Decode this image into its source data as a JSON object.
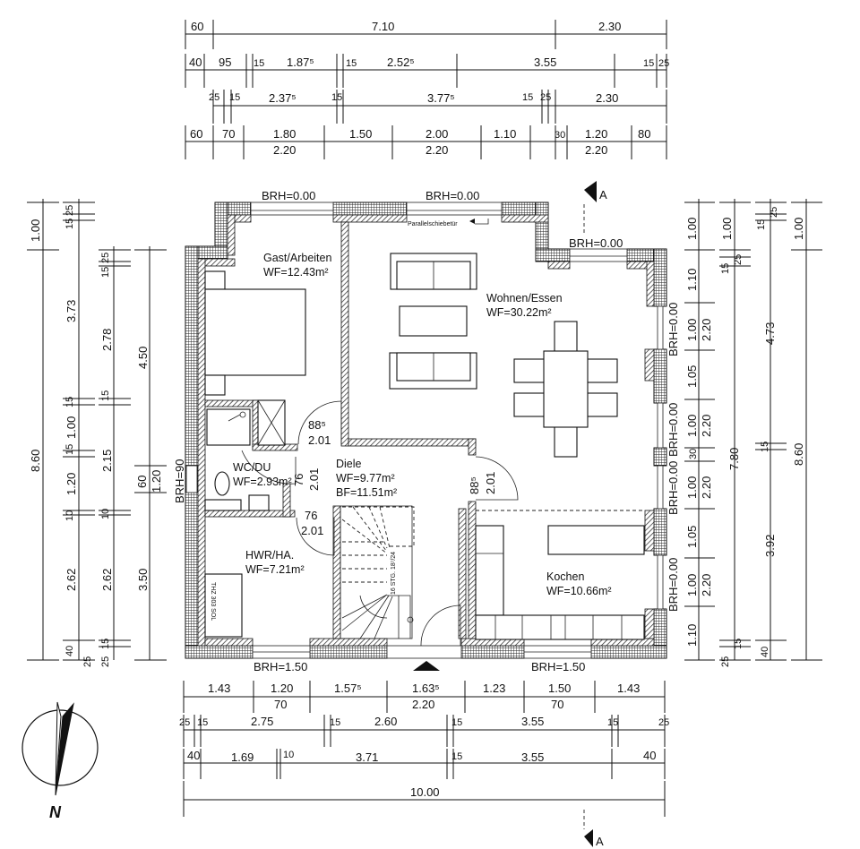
{
  "drawing": {
    "title": "Grundriss Erdgeschoss",
    "north_label": "N",
    "section_marker": "A",
    "sliding_door_label": "Parallelschiebetür",
    "stair_label": "16 STG. 18⁷/24",
    "boiler_label": "THZ 303 SOL"
  },
  "rooms": [
    {
      "name": "Gast/Arbeiten",
      "area": "WF=12.43m²"
    },
    {
      "name": "Wohnen/Essen",
      "area": "WF=30.22m²"
    },
    {
      "name": "WC/DU",
      "area": "WF=2.93m²"
    },
    {
      "name": "Diele",
      "area": "WF=9.77m²",
      "area2": "BF=11.51m²"
    },
    {
      "name": "HWR/HA.",
      "area": "WF=7.21m²"
    },
    {
      "name": "Kochen",
      "area": "WF=10.66m²"
    }
  ],
  "brh": {
    "top_gast": "BRH=0.00",
    "top_wohnen": "BRH=0.00",
    "top_bay": "BRH=0.00",
    "right_1": "BRH=0.00",
    "right_2": "BRH=0.00",
    "right_3": "BRH=0.00",
    "right_4": "BRH=0.00",
    "left_wc": "BRH=90",
    "bottom_hwr": "BRH=1.50",
    "bottom_kochen": "BRH=1.50"
  },
  "doors": {
    "gast": {
      "w": "88⁵",
      "h": "2.01"
    },
    "wc": {
      "w": "76",
      "h": "2.01"
    },
    "hwr": {
      "w": "76",
      "h": "2.01"
    },
    "kochen": {
      "w": "88⁵",
      "h": "2.01"
    }
  },
  "dims_top": {
    "row1": [
      "60",
      "7.10",
      "2.30"
    ],
    "row2": [
      "40",
      "95",
      "15",
      "1.87⁵",
      "15",
      "2.52⁵",
      "3.55",
      "15",
      "25"
    ],
    "row3": [
      "25",
      "15",
      "2.37⁵",
      "15",
      "3.77⁵",
      "15",
      "25",
      "2.30"
    ],
    "row4": [
      "60",
      "70",
      "1.80",
      "1.50",
      "2.00",
      "1.10",
      "30",
      "1.20",
      "80"
    ],
    "row4_sub": [
      "2.20",
      "2.20",
      "2.20"
    ]
  },
  "dims_bottom": {
    "row1": [
      "1.43",
      "1.20",
      "1.57⁵",
      "1.63⁵",
      "1.23",
      "1.50",
      "1.43"
    ],
    "row1_sub": [
      "70",
      "2.20",
      "70"
    ],
    "row2": [
      "25",
      "15",
      "2.75",
      "15",
      "2.60",
      "15",
      "3.55",
      "15",
      "25"
    ],
    "row3": [
      "40",
      "1.69",
      "10",
      "3.71",
      "15",
      "3.55",
      "40"
    ],
    "total": "10.00"
  },
  "dims_left": {
    "col1": [
      "1.00",
      "8.60"
    ],
    "col2": [
      "25",
      "15",
      "3.73",
      "15",
      "1.00",
      "15",
      "1.20",
      "10",
      "2.62",
      "40",
      "25"
    ],
    "col3": [
      "25",
      "15",
      "2.78",
      "15",
      "2.15",
      "10",
      "2.62",
      "15",
      "25"
    ],
    "col4": [
      "4.50",
      "60",
      "1.20",
      "3.50"
    ]
  },
  "dims_right": {
    "col1": [
      "1.00",
      "1.10",
      "1.00",
      "2.20",
      "1.05",
      "1.00",
      "2.20",
      "30",
      "1.00",
      "2.20",
      "1.05",
      "1.00",
      "2.20",
      "1.10"
    ],
    "col2": [
      "1.00",
      "15",
      "25",
      "7.80",
      "25",
      "15"
    ],
    "col3": [
      "15",
      "25",
      "4.73",
      "15",
      "3.92",
      "40",
      "25"
    ],
    "col4": [
      "1.00",
      "8.60"
    ]
  }
}
